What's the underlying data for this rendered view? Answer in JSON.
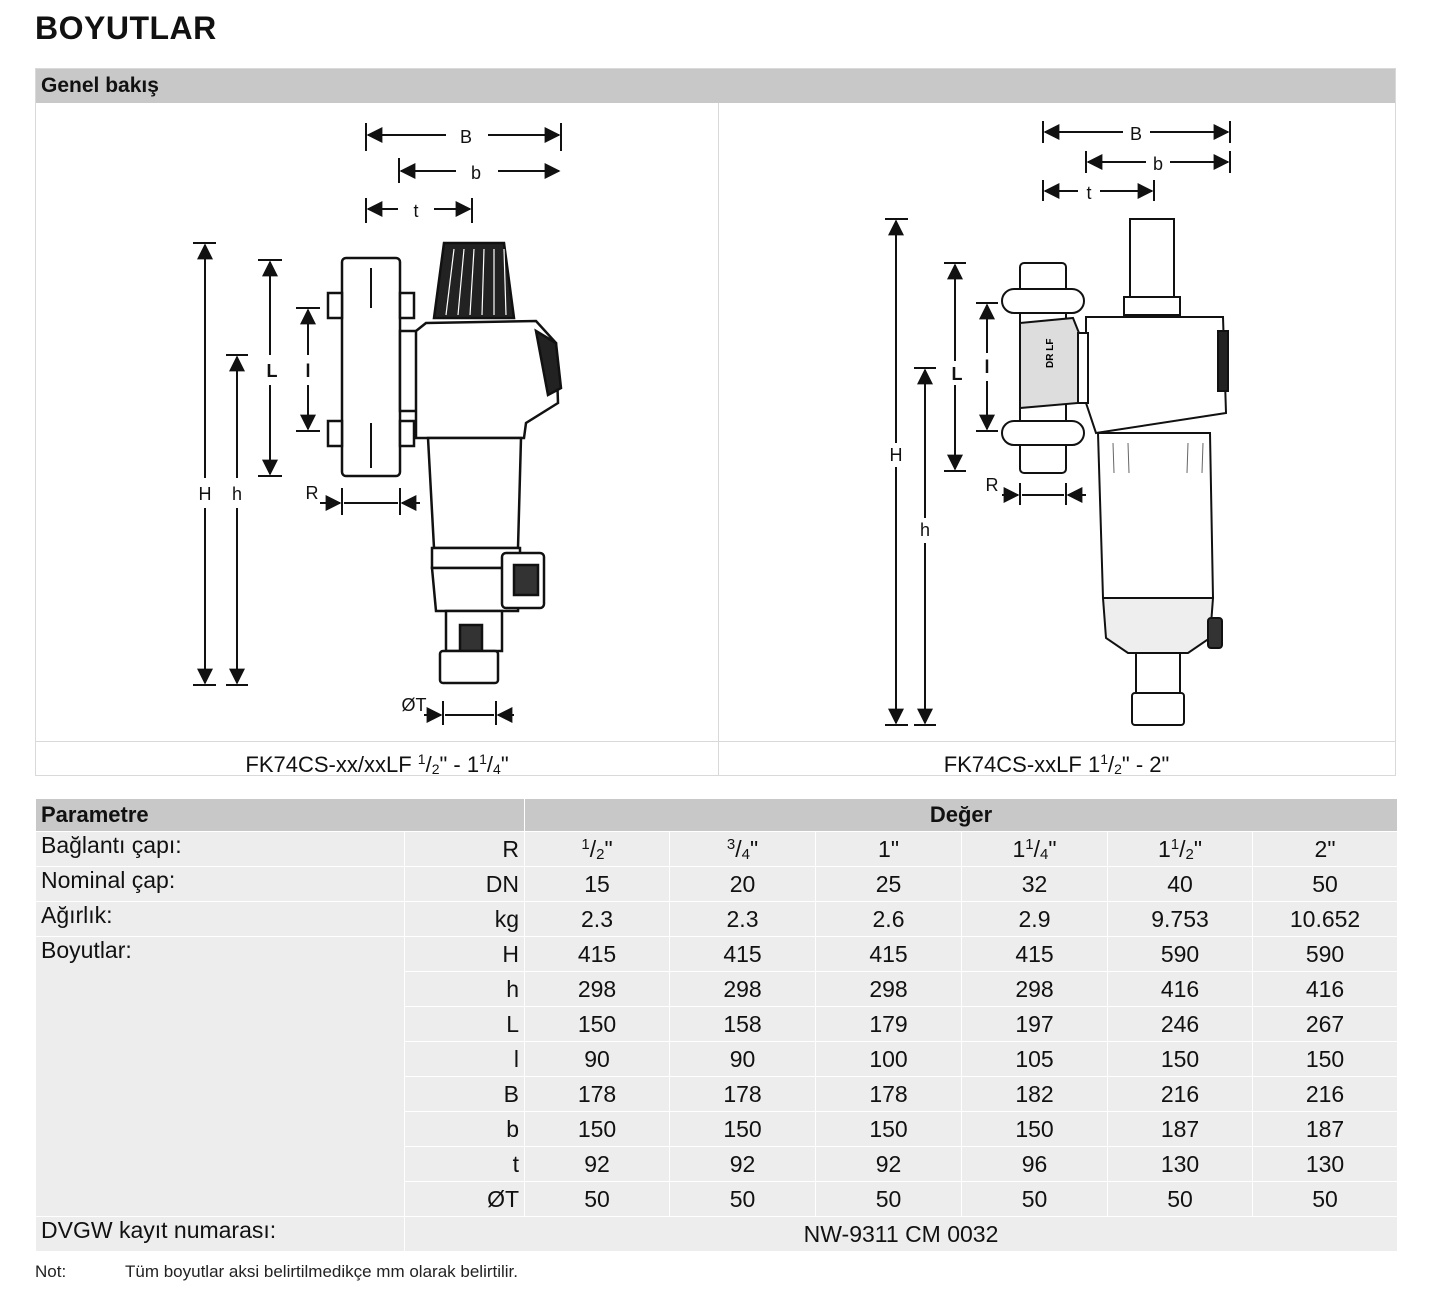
{
  "page_title": "BOYUTLAR",
  "overview": {
    "header": "Genel bakış",
    "left_caption": {
      "model": "FK74CS-xx/xxLF",
      "size_start_num": "1",
      "size_start_den": "2",
      "sep": "\" - 1",
      "size_end_num": "1",
      "size_end_den": "4",
      "suffix": "\""
    },
    "right_caption": {
      "model": "FK74CS-xxLF 1",
      "size_num": "1",
      "size_den": "2",
      "suffix": "\" - 2\""
    },
    "dimension_labels": {
      "B": "B",
      "b": "b",
      "t": "t",
      "H": "H",
      "h": "h",
      "L": "L",
      "l": "l",
      "R": "R",
      "T": "ØT",
      "valve_mark": "DR LF"
    }
  },
  "table": {
    "header_param": "Parametre",
    "header_value": "Değer",
    "rows": {
      "connection": {
        "label": "Bağlantı çapı:",
        "unit": "R"
      },
      "nominal": {
        "label": "Nominal çap:",
        "unit": "DN",
        "values": [
          "15",
          "20",
          "25",
          "32",
          "40",
          "50"
        ]
      },
      "weight": {
        "label": "Ağırlık:",
        "unit": "kg",
        "values": [
          "2.3",
          "2.3",
          "2.6",
          "2.9",
          "9.753",
          "10.652"
        ]
      },
      "dimensions_label": "Boyutlar:",
      "H": {
        "unit": "H",
        "values": [
          "415",
          "415",
          "415",
          "415",
          "590",
          "590"
        ]
      },
      "h": {
        "unit": "h",
        "values": [
          "298",
          "298",
          "298",
          "298",
          "416",
          "416"
        ]
      },
      "L": {
        "unit": "L",
        "values": [
          "150",
          "158",
          "179",
          "197",
          "246",
          "267"
        ]
      },
      "l": {
        "unit": "l",
        "values": [
          "90",
          "90",
          "100",
          "105",
          "150",
          "150"
        ]
      },
      "B": {
        "unit": "B",
        "values": [
          "178",
          "178",
          "178",
          "182",
          "216",
          "216"
        ]
      },
      "b": {
        "unit": "b",
        "values": [
          "150",
          "150",
          "150",
          "150",
          "187",
          "187"
        ]
      },
      "t": {
        "unit": "t",
        "values": [
          "92",
          "92",
          "92",
          "96",
          "130",
          "130"
        ]
      },
      "T": {
        "unit": "ØT",
        "values": [
          "50",
          "50",
          "50",
          "50",
          "50",
          "50"
        ]
      },
      "dvgw": {
        "label": "DVGW kayıt numarası:",
        "value": "NW-9311 CM 0032"
      }
    },
    "connection_sizes": {
      "c1": {
        "num": "1",
        "den": "2",
        "suffix": "\""
      },
      "c2": {
        "num": "3",
        "den": "4",
        "suffix": "\""
      },
      "c3": {
        "text": "1\""
      },
      "c4": {
        "whole": "1",
        "num": "1",
        "den": "4",
        "suffix": "\""
      },
      "c5": {
        "whole": "1",
        "num": "1",
        "den": "2",
        "suffix": "\""
      },
      "c6": {
        "text": "2\""
      }
    }
  },
  "note": {
    "label": "Not:",
    "text": "Tüm boyutlar aksi belirtilmedikçe mm olarak belirtilir."
  }
}
